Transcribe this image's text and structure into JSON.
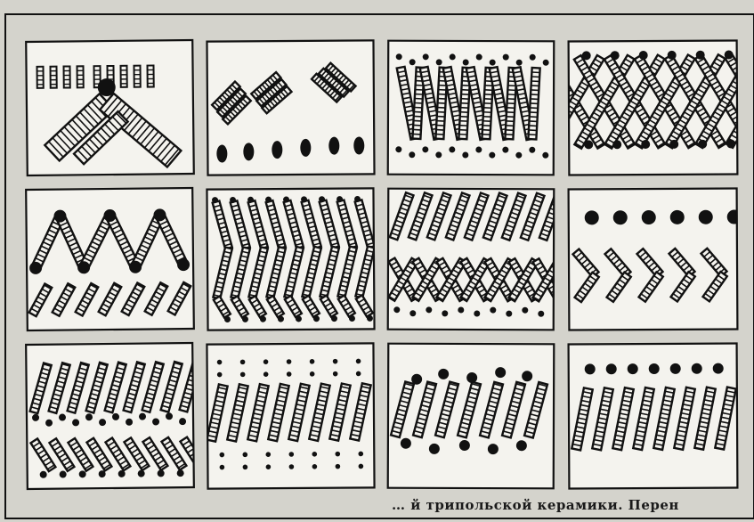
{
  "figure": {
    "panel_count": 12,
    "rows": 3,
    "columns": 4,
    "colors": {
      "paper": "#d4d3cc",
      "frame_fill": "#f4f3ee",
      "ink": "#111111"
    },
    "panels": [
      {
        "id": 1,
        "motif": "vertical-hatched-strokes-over-ladder-chevron-with-dot"
      },
      {
        "id": 2,
        "motif": "diagonal-ladder-pairs-above-row-of-ovals"
      },
      {
        "id": 3,
        "motif": "dot-rows-framing-ladder-v-zigzag"
      },
      {
        "id": 4,
        "motif": "crossed-ladder-lattice-with-dots"
      },
      {
        "id": 5,
        "motif": "ladder-zigzag-with-dots-over-slanted-strokes"
      },
      {
        "id": 6,
        "motif": "stacked-ladder-chevrons"
      },
      {
        "id": 7,
        "motif": "slanted-ladders-over-crossed-ladders-and-dots"
      },
      {
        "id": 8,
        "motif": "dot-row-over-ladder-chevrons"
      },
      {
        "id": 9,
        "motif": "slanted-ladders-dots-opposite-slanted-ladders"
      },
      {
        "id": 10,
        "motif": "dot-columns-framing-slanted-ladders"
      },
      {
        "id": 11,
        "motif": "slanted-ladders-between-offset-dots"
      },
      {
        "id": 12,
        "motif": "dot-row-over-slanted-ladders"
      }
    ]
  },
  "caption": "… й трипольской керамики. Перен"
}
